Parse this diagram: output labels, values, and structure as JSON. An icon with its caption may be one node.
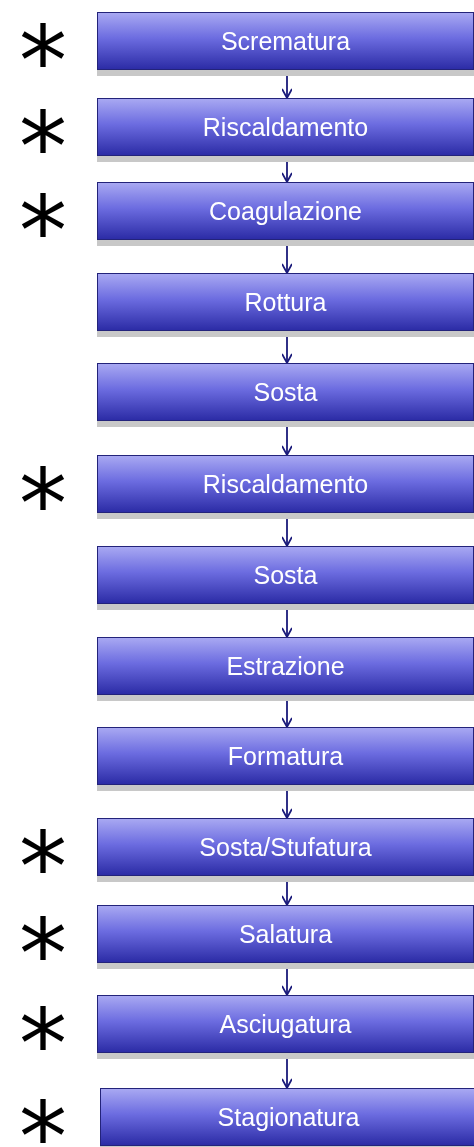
{
  "diagram": {
    "nodes": [
      {
        "text": [
          "Scrematura"
        ],
        "beside": [
          "*"
        ]
      },
      {
        "text": [
          "Riscaldamento"
        ],
        "beside": [
          "*"
        ]
      },
      {
        "text": [
          "Coagulazione"
        ],
        "beside": [
          "*"
        ]
      },
      {
        "text": [
          "Rottura"
        ]
      },
      {
        "text": [
          "Sosta"
        ]
      },
      {
        "text": [
          "Riscaldamento"
        ],
        "beside": [
          "*"
        ]
      },
      {
        "text": [
          "Sosta"
        ]
      },
      {
        "text": [
          "Estrazione"
        ]
      },
      {
        "text": [
          "Formatura"
        ]
      },
      {
        "text": [
          "Sosta/Stufatura"
        ],
        "beside": [
          "*"
        ]
      },
      {
        "text": [
          "Salatura"
        ],
        "beside": [
          "*"
        ]
      },
      {
        "text": [
          "Asciugatura"
        ],
        "beside": [
          "*"
        ]
      },
      {
        "text": [
          "Stagionatura"
        ],
        "beside": [
          "*"
        ]
      }
    ],
    "edges": [
      {
        "from": 0,
        "to": 1,
        "arrow": "to"
      },
      {
        "from": 1,
        "to": 2,
        "arrow": "to"
      },
      {
        "from": 2,
        "to": 3,
        "arrow": "to"
      },
      {
        "from": 3,
        "to": 4,
        "arrow": "to"
      },
      {
        "from": 4,
        "to": 5,
        "arrow": "to"
      },
      {
        "from": 5,
        "to": 6,
        "arrow": "to"
      },
      {
        "from": 6,
        "to": 7,
        "arrow": "to"
      },
      {
        "from": 7,
        "to": 8,
        "arrow": "to"
      },
      {
        "from": 8,
        "to": 9,
        "arrow": "to"
      },
      {
        "from": 9,
        "to": 10,
        "arrow": "to"
      },
      {
        "from": 10,
        "to": 11,
        "arrow": "to"
      },
      {
        "from": 11,
        "to": 12,
        "arrow": "to"
      }
    ]
  }
}
